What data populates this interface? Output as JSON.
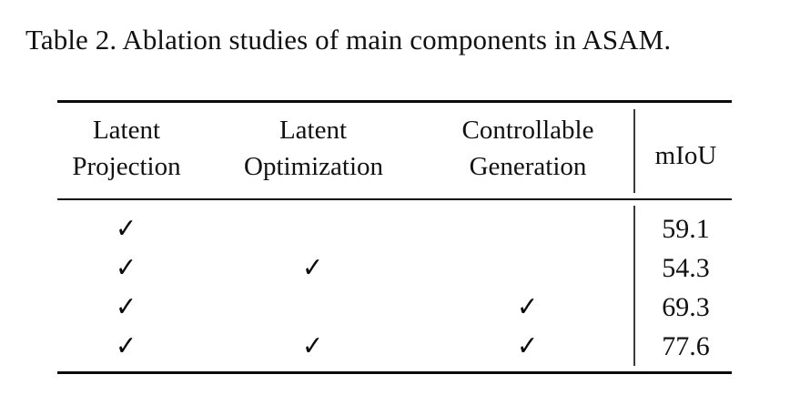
{
  "caption": {
    "text": "Table 2. Ablation studies of main components in ASAM."
  },
  "table": {
    "headers": [
      {
        "line1": "Latent",
        "line2": "Projection"
      },
      {
        "line1": "Latent",
        "line2": "Optimization"
      },
      {
        "line1": "Controllable",
        "line2": "Generation"
      }
    ],
    "metric_header": "mIoU",
    "check_glyph": "✓",
    "rows": [
      {
        "latent_projection": true,
        "latent_optimization": false,
        "controllable_generation": false,
        "miou": "59.1"
      },
      {
        "latent_projection": true,
        "latent_optimization": true,
        "controllable_generation": false,
        "miou": "54.3"
      },
      {
        "latent_projection": true,
        "latent_optimization": false,
        "controllable_generation": true,
        "miou": "69.3"
      },
      {
        "latent_projection": true,
        "latent_optimization": true,
        "controllable_generation": true,
        "miou": "77.6"
      }
    ]
  },
  "chart_data": {
    "type": "table",
    "title": "Table 2. Ablation studies of main components in ASAM.",
    "columns": [
      "Latent Projection",
      "Latent Optimization",
      "Controllable Generation",
      "mIoU"
    ],
    "rows": [
      [
        "✓",
        "",
        "",
        "59.1"
      ],
      [
        "✓",
        "✓",
        "",
        "54.3"
      ],
      [
        "✓",
        "",
        "✓",
        "69.3"
      ],
      [
        "✓",
        "✓",
        "✓",
        "77.6"
      ]
    ],
    "values": [
      59.1,
      54.3,
      69.3,
      77.6
    ],
    "ylabel": "mIoU"
  },
  "colors": {
    "background": "#ffffff",
    "text": "#111111",
    "rule": "#0b0b0b",
    "vrule": "#3a3a3a"
  }
}
